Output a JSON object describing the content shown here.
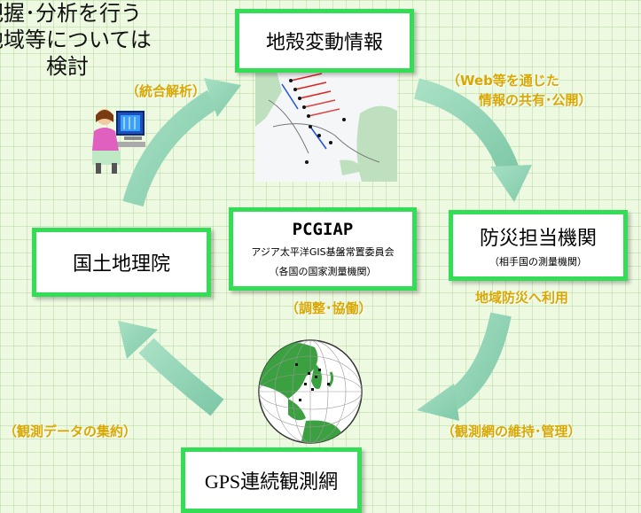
{
  "intro_text": [
    "把握･分析を行う",
    "地域等については",
    "検討"
  ],
  "boxes": {
    "crust": {
      "title": "地殻変動情報"
    },
    "disaster": {
      "title": "防災担当機関",
      "subtitle": "（相手国の測量機関）"
    },
    "pcgiap": {
      "title": "PCGIAP",
      "subtitle1": "アジア太平洋GIS基盤常置委員会",
      "subtitle2": "（各国の国家測量機関）"
    },
    "gsi": {
      "title": "国土地理院"
    },
    "gps": {
      "title": "GPS連続観測網"
    }
  },
  "labels": {
    "integrated": "（統合解析）",
    "web_line1": "（Web等を通じた",
    "web_line2": "情報の共有･公開）",
    "regional": "地域防災へ利用",
    "coordination": "（調整･協働）",
    "maintain": "（観測網の維持･管理）",
    "collect": "（観測データの集約）"
  },
  "colors": {
    "box_border": "#33dd55",
    "label_text": "#d8a800",
    "arrow": "#8fd3b4",
    "background": "#eef9e2"
  }
}
